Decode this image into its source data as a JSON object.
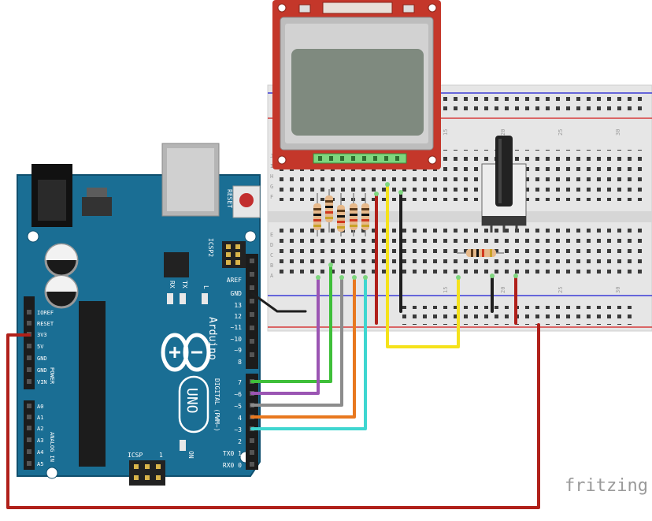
{
  "arduino": {
    "brand": "Arduino",
    "model": "UNO",
    "reset_label": "RESET",
    "icsp_top_label": "ICSP2",
    "icsp_bottom_label": "ICSP",
    "icsp_pin_marker": "1",
    "on_label": "ON",
    "tx_label": "TX",
    "rx_label": "RX",
    "l_label": "L",
    "digital_label": "DIGITAL (PWM~)",
    "power_label": "POWER",
    "analog_label": "ANALOG IN",
    "top_header_pins": [
      "AREF",
      "GND",
      "13",
      "12",
      "~11",
      "~10",
      "~9",
      "8"
    ],
    "bottom_header_pins": [
      "7",
      "~6",
      "~5",
      "4",
      "~3",
      "2",
      "TX0 1",
      "RX0 0"
    ],
    "power_pins": [
      "IOREF",
      "RESET",
      "3V3",
      "5V",
      "GND",
      "GND",
      "VIN"
    ],
    "analog_pins": [
      "A0",
      "A1",
      "A2",
      "A3",
      "A4",
      "A5"
    ]
  },
  "breadboard": {
    "row_letters_top": [
      "J",
      "I",
      "H",
      "G",
      "F"
    ],
    "row_letters_bottom": [
      "E",
      "D",
      "C",
      "B",
      "A"
    ],
    "column_numbers": [
      "15",
      "20",
      "25",
      "30"
    ]
  },
  "watermark": "fritzing",
  "colors": {
    "board_blue": "#1a6e94",
    "lcd_red": "#c4372a",
    "wire_red": "#b0201a",
    "wire_yellow": "#f5e21b",
    "wire_black": "#1e1e1e",
    "wire_green": "#3fbf3a",
    "wire_purple": "#9b55b3",
    "wire_gray": "#8c8c8c",
    "wire_orange": "#e8781f",
    "wire_cyan": "#3fd6d0"
  }
}
